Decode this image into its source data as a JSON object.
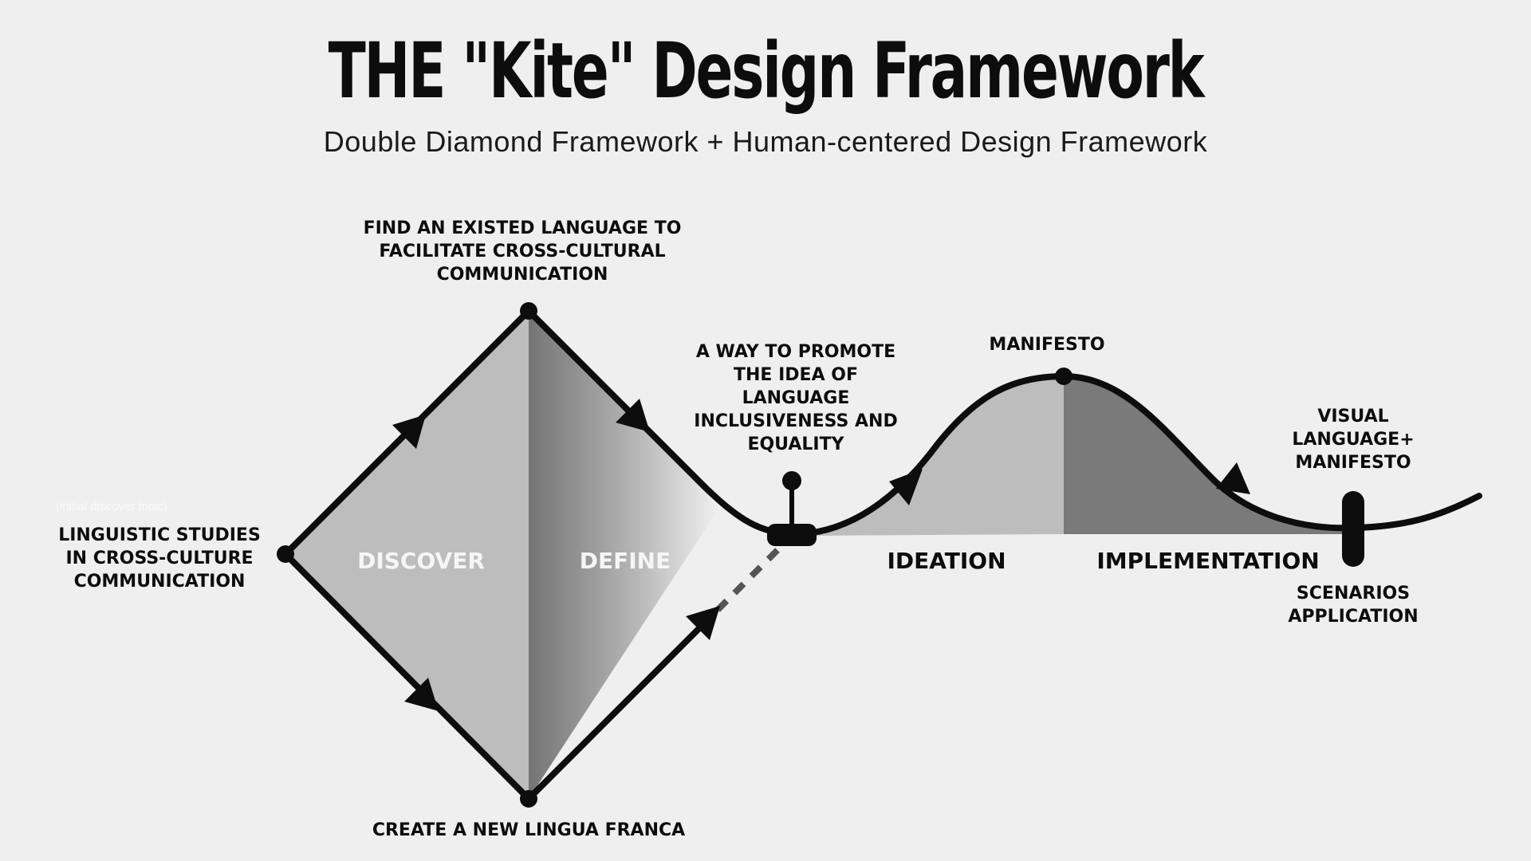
{
  "header": {
    "title": "THE \"Kite\" Design Framework",
    "subtitle": "Double Diamond Framework + Human-centered Design Framework"
  },
  "labels": {
    "top_node": "FIND AN EXISTED LANGUAGE TO\nFACILITATE CROSS-CULTURAL\nCOMMUNICATION",
    "start_note": "(initial discover topic)",
    "start_node": "LINGUISTIC STUDIES\nIN CROSS-CULTURE\nCOMMUNICATION",
    "bottom_node": "CREATE A NEW LINGUA FRANCA",
    "knot_node": "A WAY TO PROMOTE\nTHE IDEA OF\nLANGUAGE\nINCLUSIVENESS AND\nEQUALITY",
    "peak_node": "MANIFESTO",
    "end_top_node": "VISUAL\nLANGUAGE+\nMANIFESTO",
    "end_bottom_node": "SCENARIOS\nAPPLICATION"
  },
  "phases": {
    "discover": "DISCOVER",
    "define": "DEFINE",
    "ideation": "IDEATION",
    "implementation": "IMPLEMENTATION"
  },
  "colors": {
    "background": "#efefef",
    "discover_fill": "#bdbdbd",
    "define_fill_dark": "#7a7a7a",
    "ideation_fill": "#bdbdbd",
    "implementation_fill": "#7a7a7a",
    "line": "#0d0d0d",
    "dashed_line": "#555555"
  }
}
